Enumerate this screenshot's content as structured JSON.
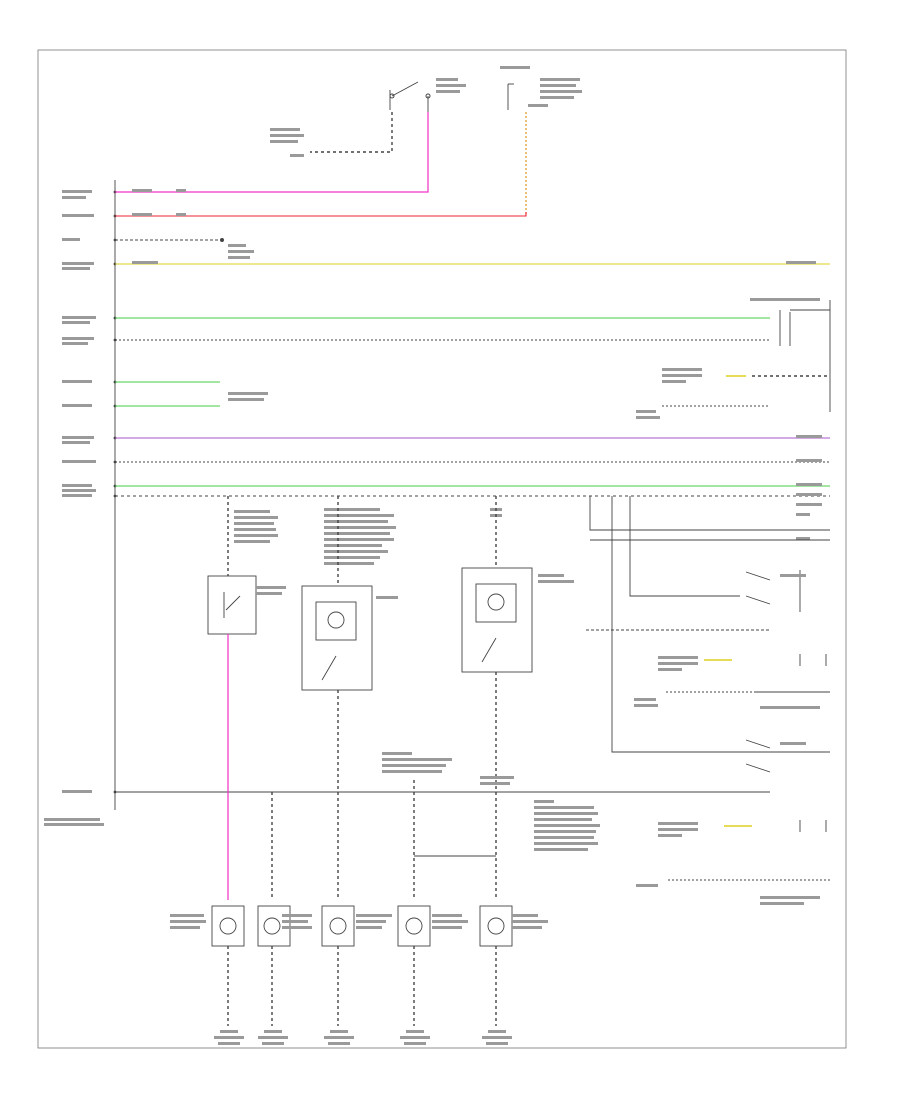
{
  "diagram": {
    "code_label": "",
    "colors": {
      "pink": "#f030c8",
      "red": "#ee2233",
      "orange": "#e0a030",
      "yellow": "#ddd020",
      "green": "#44cc44",
      "violet": "#aa55cc",
      "grey": "#444444"
    },
    "components": [
      {
        "id": "instrument-switch",
        "name": "instrument-panel-dimmer-switch",
        "label": ""
      },
      {
        "id": "left-vanity",
        "name": "left-vanity-mirror-lamp",
        "label": ""
      },
      {
        "id": "right-vanity",
        "name": "right-vanity-mirror-lamp",
        "label": ""
      },
      {
        "id": "lamp1",
        "name": "instrument-cluster-lamp",
        "label": ""
      },
      {
        "id": "lamp2",
        "name": "glove-box-lamp",
        "label": ""
      },
      {
        "id": "lamp3",
        "name": "transmission-shift-lamp",
        "label": ""
      },
      {
        "id": "lamp4",
        "name": "left-courtesy-lamp",
        "label": ""
      },
      {
        "id": "lamp5",
        "name": "right-courtesy-lamp",
        "label": ""
      },
      {
        "id": "module",
        "name": "body-control-module",
        "label": ""
      }
    ],
    "wire_labels": [],
    "icons": [
      "switch-icon",
      "lamp-icon",
      "ground-icon",
      "connector-icon"
    ]
  }
}
